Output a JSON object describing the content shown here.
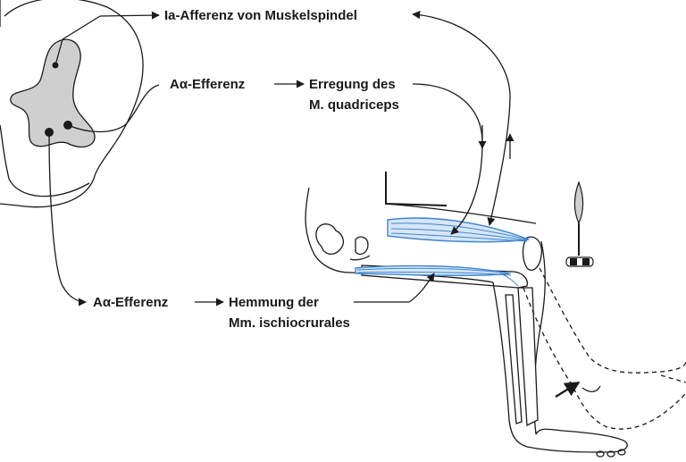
{
  "labels": {
    "ia_afferent": "Ia-Afferenz von Muskelspindel",
    "efferent_1": "Aα-Efferenz",
    "excitation_line1": "Erregung des",
    "excitation_line2": "M. quadriceps",
    "efferent_2": "Aα-Efferenz",
    "inhibition_line1": "Hemmung der",
    "inhibition_line2": "Mm. ischiocrurales"
  },
  "colors": {
    "muscle_stroke": "#3f86cf",
    "muscle_fill": "#d6e6f7",
    "gray_matter": "#cfcfcf",
    "line": "#1a1a1a"
  }
}
